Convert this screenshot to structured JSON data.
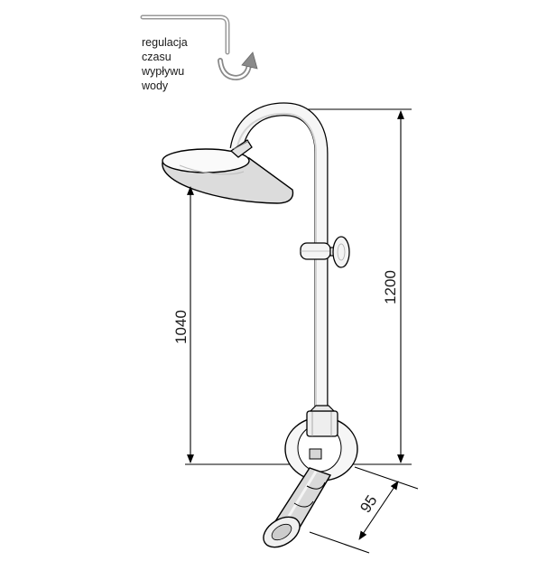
{
  "label": {
    "lines": [
      "regulacja",
      "czasu",
      "wypływu",
      "wody"
    ]
  },
  "dimensions": {
    "arm_height": "1040",
    "total_height": "1200",
    "depth": "95"
  }
}
